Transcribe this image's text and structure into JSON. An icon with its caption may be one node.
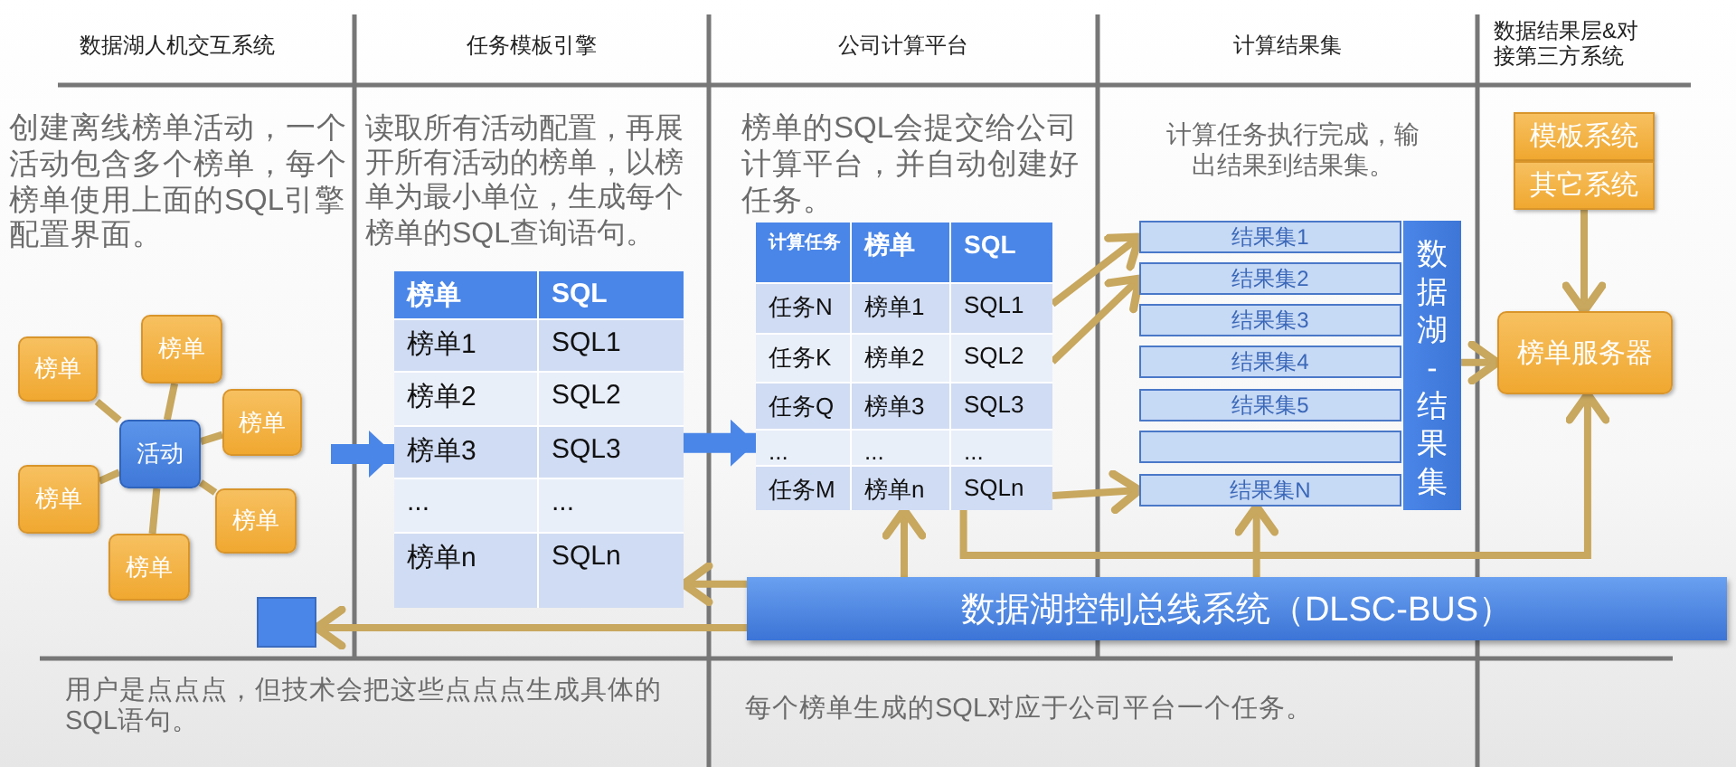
{
  "diagram": {
    "nodes": [
      {
        "text": [
          "活动"
        ]
      },
      {
        "text": [
          "榜单"
        ]
      },
      {
        "text": [
          "榜单"
        ]
      },
      {
        "text": [
          "榜单"
        ]
      },
      {
        "text": [
          "榜单"
        ]
      },
      {
        "text": [
          "榜单"
        ]
      },
      {
        "text": [
          "榜单"
        ]
      },
      {
        "text": [
          "榜单",
          "SQL",
          "榜单1",
          "SQL1",
          "榜单2",
          "SQL2",
          "榜单3",
          "SQL3",
          "...",
          "...",
          "榜单n",
          "SQLn"
        ]
      },
      {
        "text": [
          "计算任务",
          "榜单",
          "SQL",
          "任务N",
          "榜单1",
          "SQL1",
          "任务K",
          "榜单2",
          "SQL2",
          "任务Q",
          "榜单3",
          "SQL3",
          "...",
          "...",
          "...",
          "任务M",
          "榜单n",
          "SQLn"
        ]
      },
      {
        "text": [],
        "shape": "box"
      },
      {
        "text": [
          "结果集1"
        ]
      },
      {
        "text": [
          "结果集2"
        ]
      },
      {
        "text": [
          "结果集3"
        ]
      },
      {
        "text": [
          "结果集4"
        ]
      },
      {
        "text": [
          "结果集5"
        ]
      },
      {
        "text": [],
        "shape": "box"
      },
      {
        "text": [
          "结果集N"
        ]
      },
      {
        "text": [
          "数据湖-结果集"
        ]
      },
      {
        "text": [
          "模板系统"
        ]
      },
      {
        "text": [
          "其它系统"
        ]
      },
      {
        "text": [
          "榜单服务器"
        ]
      },
      {
        "text": [
          "数据湖控制总线系统（DLSC-BUS）"
        ]
      }
    ],
    "edges": [
      {
        "from": 0,
        "to": 1,
        "arrow": "none"
      },
      {
        "from": 0,
        "to": 2,
        "arrow": "none"
      },
      {
        "from": 0,
        "to": 3,
        "arrow": "none"
      },
      {
        "from": 0,
        "to": 4,
        "arrow": "none"
      },
      {
        "from": 0,
        "to": 5,
        "arrow": "none"
      },
      {
        "from": 0,
        "to": 6,
        "arrow": "none"
      },
      {
        "from": null,
        "to": 7,
        "arrow": "to",
        "style": "thick",
        "color": "#4a86e8"
      },
      {
        "from": 7,
        "to": 8,
        "arrow": "to",
        "style": "thick",
        "color": "#4a86e8"
      },
      {
        "from": 8,
        "to": 10,
        "arrow": "to"
      },
      {
        "from": 8,
        "to": 11,
        "arrow": "to"
      },
      {
        "from": 8,
        "to": 16,
        "arrow": "to"
      },
      {
        "from": 17,
        "to": 20,
        "arrow": "to"
      },
      {
        "from": 19,
        "to": 20,
        "arrow": "to"
      },
      {
        "from": 21,
        "to": 8,
        "arrow": "to"
      },
      {
        "from": 21,
        "to": 16,
        "arrow": "to"
      },
      {
        "from": 8,
        "to": 20,
        "arrow": "to"
      },
      {
        "from": 21,
        "to": 7,
        "arrow": "to"
      },
      {
        "from": 21,
        "to": 9,
        "arrow": "to"
      }
    ],
    "labels": [
      "数据湖人机交互系统",
      "任务模板引擎",
      "公司计算平台",
      "计算结果集",
      "数据结果层&对接第三方系统",
      "创建离线榜单活动，一个活动包含多个榜单，每个榜单使用上面的SQL引擎配置界面。",
      "读取所有活动配置，再展开所有活动的榜单，以榜单为最小单位，生成每个榜单的SQL查询语句。",
      "榜单的SQL会提交给公司计算平台，并自动创建好任务。",
      "计算任务执行完成，输出结果到结果集。",
      "用户是点点点，但技术会把这些点点点生成具体的SQL语句。",
      "每个榜单生成的SQL对应于公司平台一个任务。"
    ]
  }
}
